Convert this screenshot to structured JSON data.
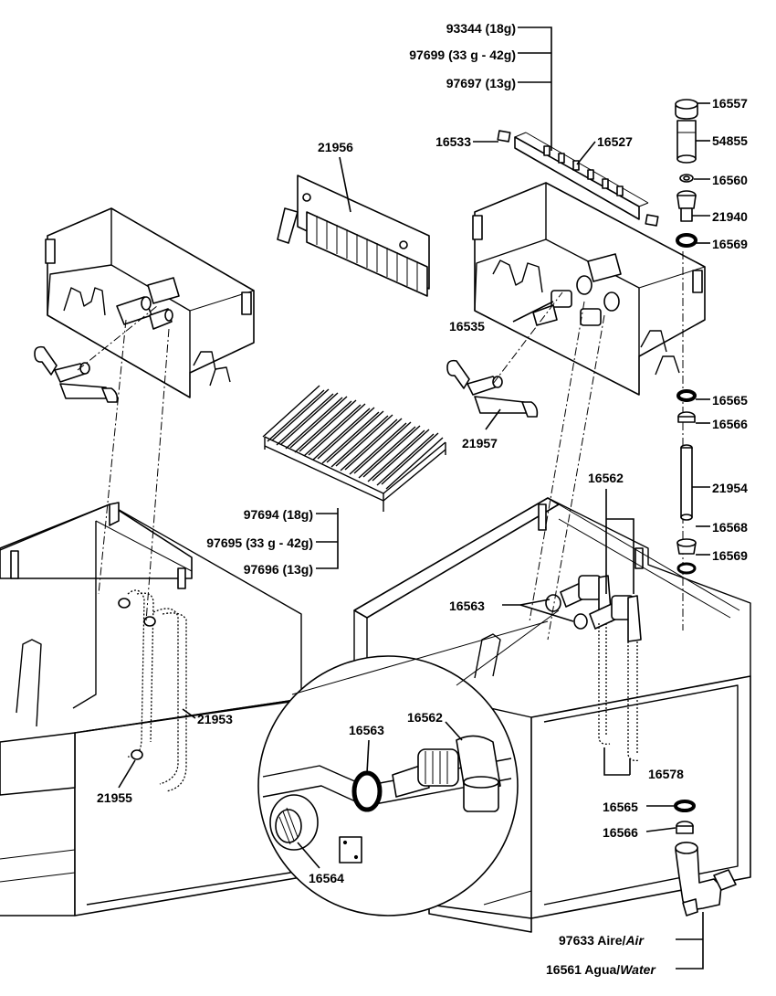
{
  "labels": {
    "p93344": "93344 (18g)",
    "p97699": "97699 (33 g - 42g)",
    "p97697": "97697 (13g)",
    "p16557": "16557",
    "p54855": "54855",
    "p16560": "16560",
    "p21940": "21940",
    "p16569a": "16569",
    "p16533": "16533",
    "p16527": "16527",
    "p21956": "21956",
    "p16535": "16535",
    "p21957": "21957",
    "p16565a": "16565",
    "p16566a": "16566",
    "p21954": "21954",
    "p16562a": "16562",
    "p16568": "16568",
    "p16569b": "16569",
    "p97694": "97694 (18g)",
    "p97695": "97695 (33 g - 42g)",
    "p97696": "97696 (13g)",
    "p16563a": "16563",
    "p21953": "21953",
    "p21955": "21955",
    "p16563b": "16563",
    "p16562b": "16562",
    "p16578": "16578",
    "p16565b": "16565",
    "p16566b": "16566",
    "p16564": "16564",
    "p97633_num": "97633 Aire/",
    "p97633_en": "Air",
    "p16561_num": "16561 Agua/",
    "p16561_en": "Water"
  }
}
